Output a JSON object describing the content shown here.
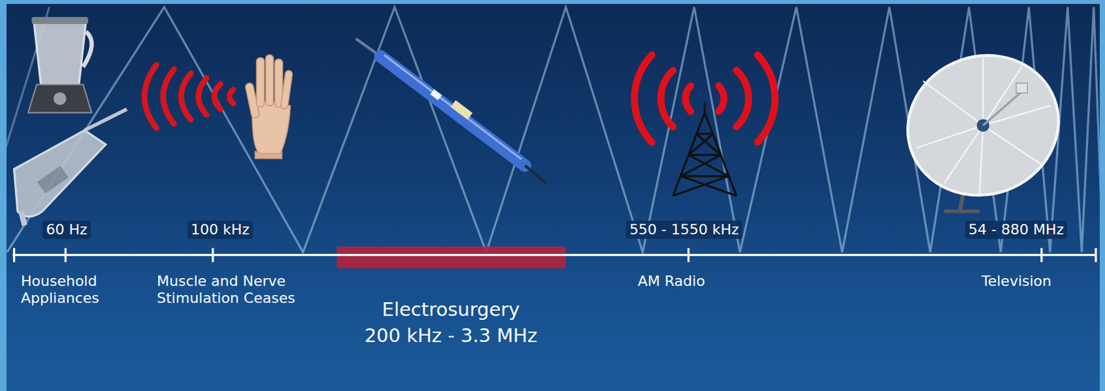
{
  "diagram": {
    "labels": [
      "60 Hz",
      "100 kHz",
      "550 - 1550 kHz",
      "54 - 880 MHz",
      "Household Appliances",
      "Muscle and Nerve Stimulation Ceases",
      "Electrosurgery",
      "200 kHz - 3.3 MHz",
      "AM Radio",
      "Television"
    ]
  }
}
